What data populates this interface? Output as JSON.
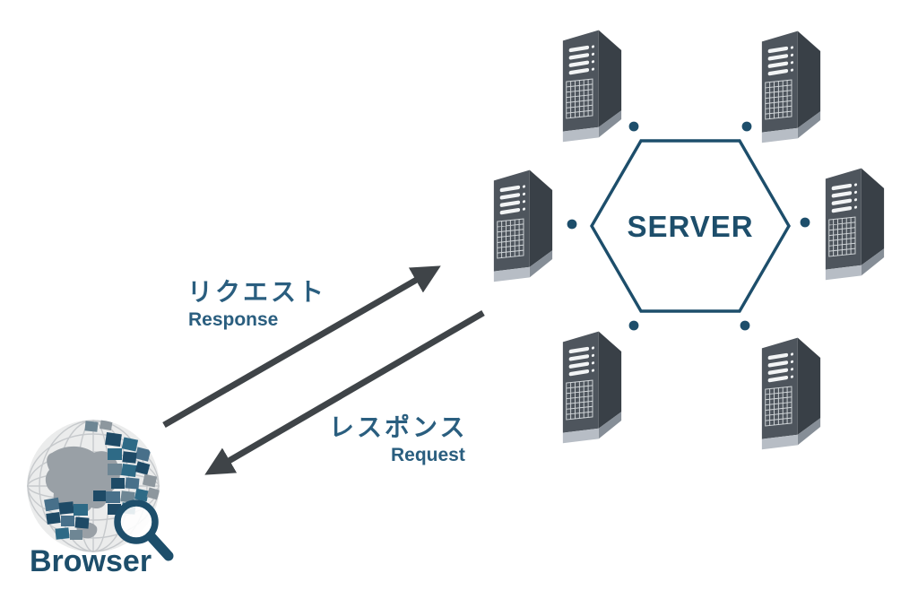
{
  "diagram": {
    "browser": {
      "label": "Browser",
      "icon": "globe-magnifier-icon"
    },
    "server_cluster": {
      "label": "SERVER",
      "node_count": "6",
      "node_icon": "server-tower-icon"
    },
    "arrows": {
      "browser_to_server": {
        "jp_label": "リクエスト",
        "en_label": "Response",
        "direction": "browser-to-server"
      },
      "server_to_browser": {
        "jp_label": "レスポンス",
        "en_label": "Request",
        "direction": "server-to-browser"
      }
    }
  },
  "colors": {
    "bg": "#ffffff",
    "blue-dark": "#1d4e6b",
    "blue-text": "#2a5e7f",
    "arrow-gray": "#3f4448",
    "server-front": "#4e555d",
    "server-side": "#394047",
    "server-base-light": "#b7bdc5",
    "server-base-mid": "#868e97",
    "globe-ocean": "#ebecec",
    "globe-grid": "#c6c9cc",
    "globe-land": "#99a0a6",
    "globe-tile-navy": "#1e4a66",
    "globe-tile-teal": "#2e6a86",
    "globe-tile-steel": "#48708a",
    "globe-tile-slate": "#6e8694",
    "globe-tile-gray": "#8d979e"
  }
}
